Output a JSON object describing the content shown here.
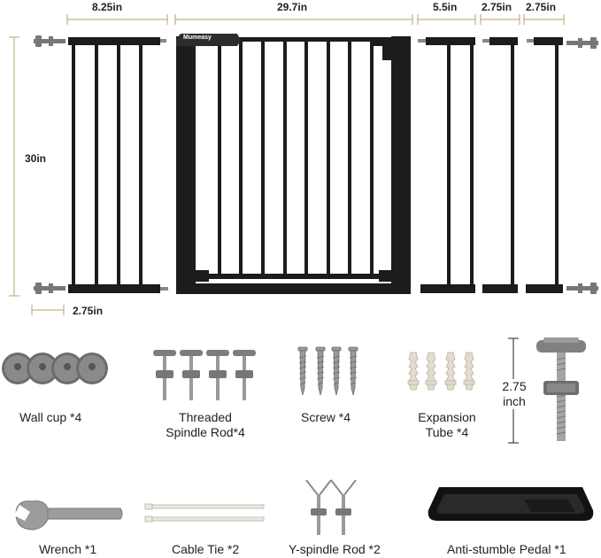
{
  "dimensions": {
    "ext_left": "8.25in",
    "gate_main": "29.7in",
    "ext_5_5": "5.5in",
    "ext_2_75_a": "2.75in",
    "ext_2_75_b": "2.75in",
    "height": "30in",
    "spindle_depth": "2.75in",
    "spindle_length_value": "2.75",
    "spindle_length_unit": "inch"
  },
  "brand": {
    "logo_text": "Mumeasy"
  },
  "accessories": {
    "wall_cup": "Wall cup *4",
    "threaded_spindle_rod_line1": "Threaded",
    "threaded_spindle_rod_line2": "Spindle Rod*4",
    "screw": "Screw *4",
    "expansion_tube_line1": "Expansion",
    "expansion_tube_line2": "Tube *4",
    "wrench": "Wrench *1",
    "cable_tie": "Cable Tie *2",
    "y_spindle_rod": "Y-spindle Rod *2",
    "anti_stumble_pedal": "Anti-stumble Pedal *1"
  },
  "colors": {
    "gate_frame": "#1c1c1e",
    "dimension_line": "#b5a06a",
    "part_gray": "#8a8a8a",
    "part_dark": "#555555"
  }
}
